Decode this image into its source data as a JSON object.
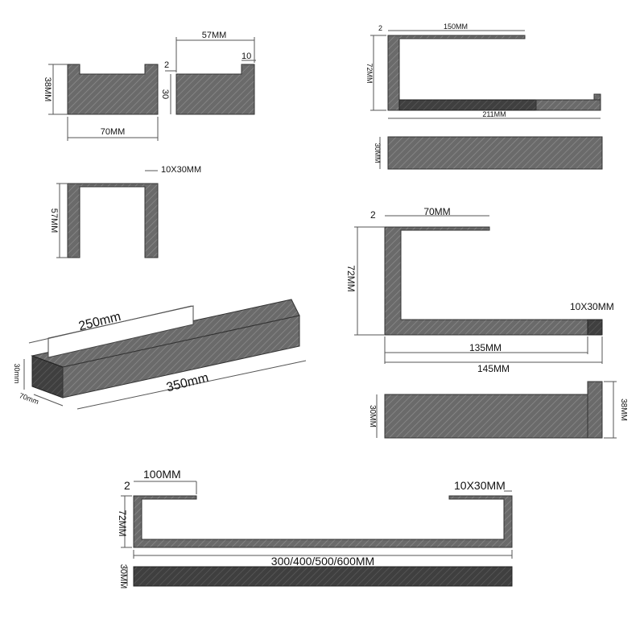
{
  "colors": {
    "part_fill": "#6a6a6a",
    "part_dark": "#3f3f3f",
    "line": "#555555",
    "background": "#ffffff"
  },
  "views": {
    "hook_front": {
      "height": "38MM",
      "width": "70MM"
    },
    "hook_side": {
      "depth": "57MM",
      "lip": "10",
      "thickness": "2",
      "height": "30"
    },
    "hook_top": {
      "height": "57MM",
      "section": "10X30MM"
    },
    "shelf_iso": {
      "inner_length": "250mm",
      "length": "350mm",
      "height": "30mm",
      "depth": "70mm"
    },
    "paper_holder_top": {
      "thickness": "2",
      "arm": "150MM",
      "height": "72MM",
      "length": "211MM",
      "bar_height": "30MM"
    },
    "paper_holder_mid": {
      "thickness": "2",
      "arm": "70MM",
      "height": "72MM",
      "section": "10X30MM",
      "inner": "135MM",
      "total": "145MM"
    },
    "paper_holder_base": {
      "height": "30MM",
      "total_height": "38MM"
    },
    "towel_bar": {
      "arm": "100MM",
      "thickness": "2",
      "height": "72MM",
      "section": "10X30MM",
      "length": "300/400/500/600MM",
      "bar_height": "30MM"
    }
  }
}
